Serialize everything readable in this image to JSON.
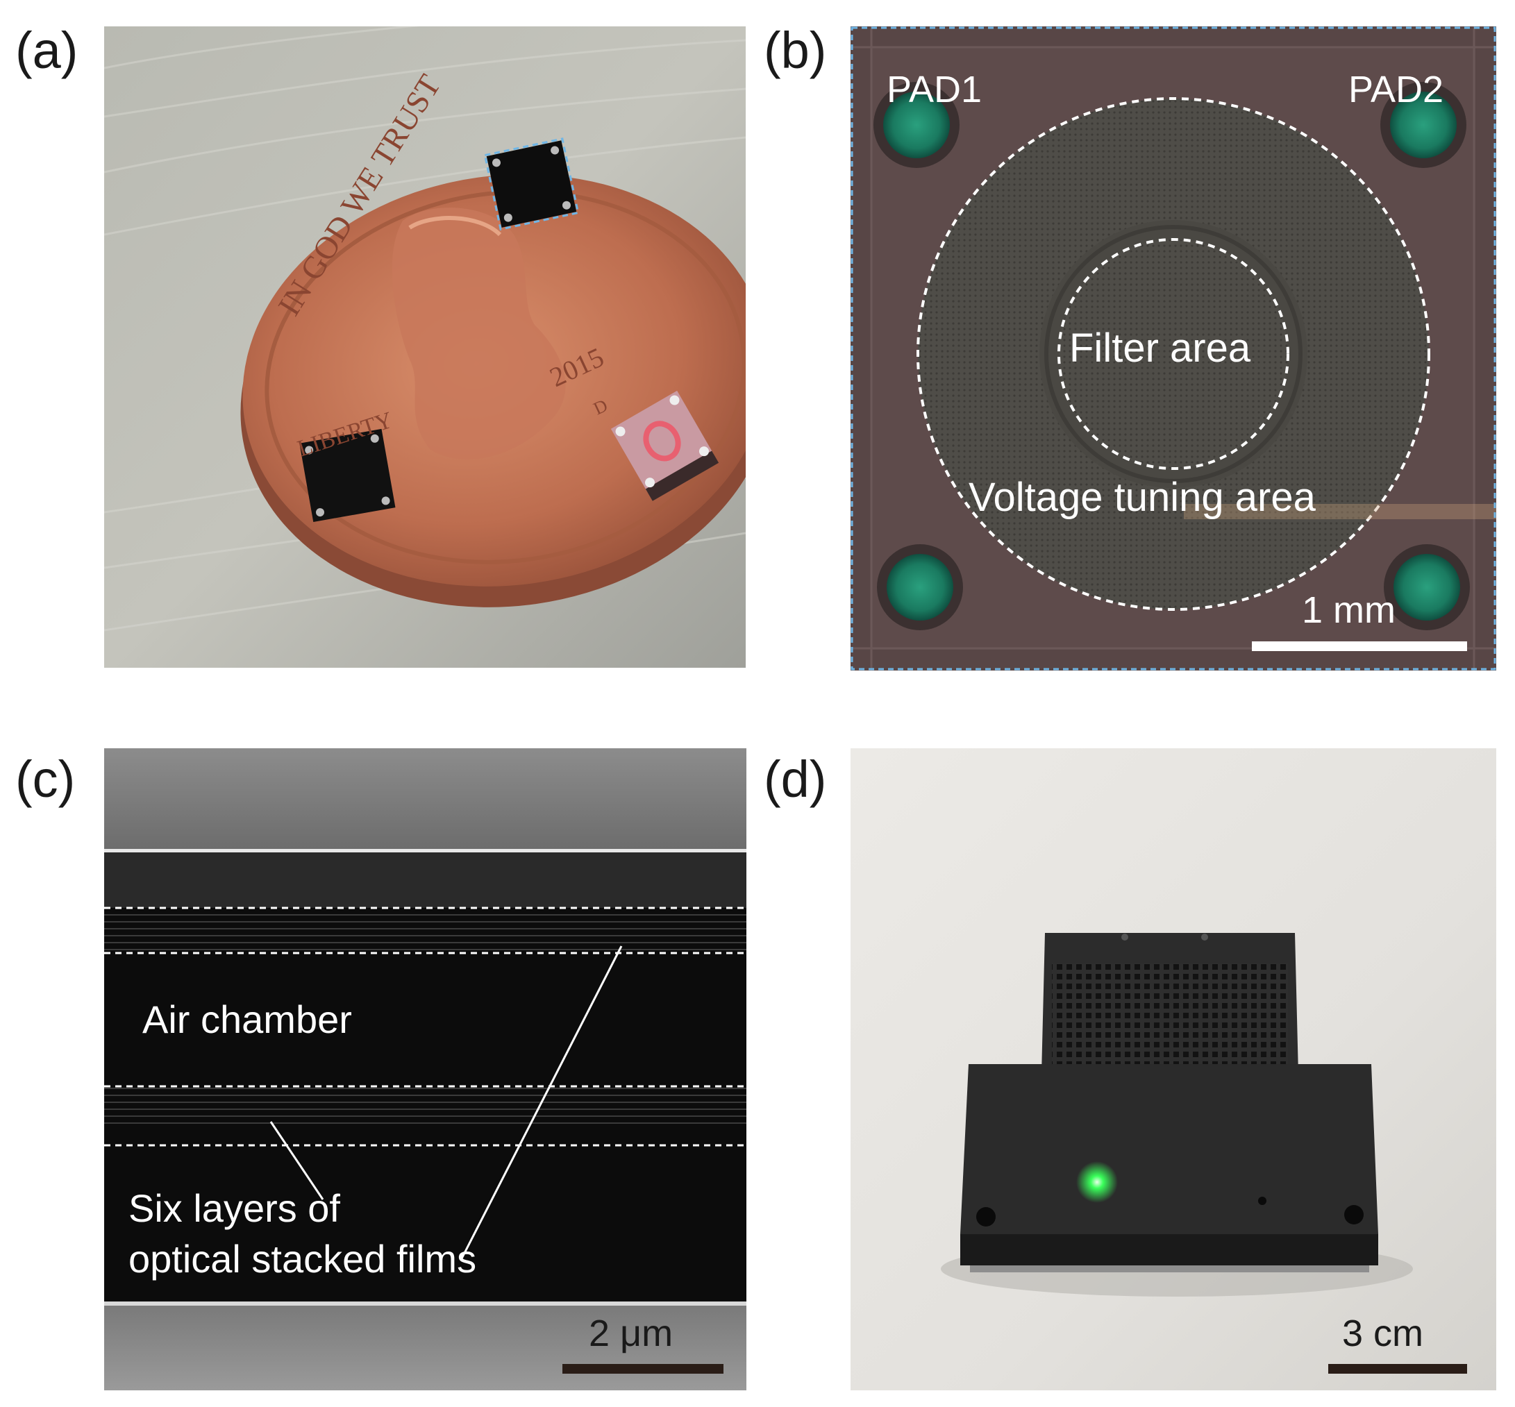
{
  "panels": {
    "a": {
      "label": "(a)",
      "coin_texts": {
        "motto": "IN GOD WE TRUST",
        "liberty": "LIBERTY",
        "year": "2015",
        "mint": "D"
      }
    },
    "b": {
      "label": "(b)",
      "pad1": "PAD1",
      "pad2": "PAD2",
      "filter_area": "Filter area",
      "voltage_area": "Voltage tuning area",
      "scale": "1 mm"
    },
    "c": {
      "label": "(c)",
      "air_chamber": "Air chamber",
      "films_line1": "Six layers of",
      "films_line2": "optical stacked films",
      "scale": "2 μm"
    },
    "d": {
      "label": "(d)",
      "scale": "3 cm"
    }
  },
  "colors": {
    "wood": "#b7b7ad",
    "copper": "#b8664a",
    "chip_body": "#5a4a48",
    "pad_green": "#1f8a6c",
    "sem_dark": "#0c0c0c",
    "device_black": "#2a2a2a",
    "led_green": "#39ff5a",
    "selection_dash": "#6fb6e6"
  }
}
